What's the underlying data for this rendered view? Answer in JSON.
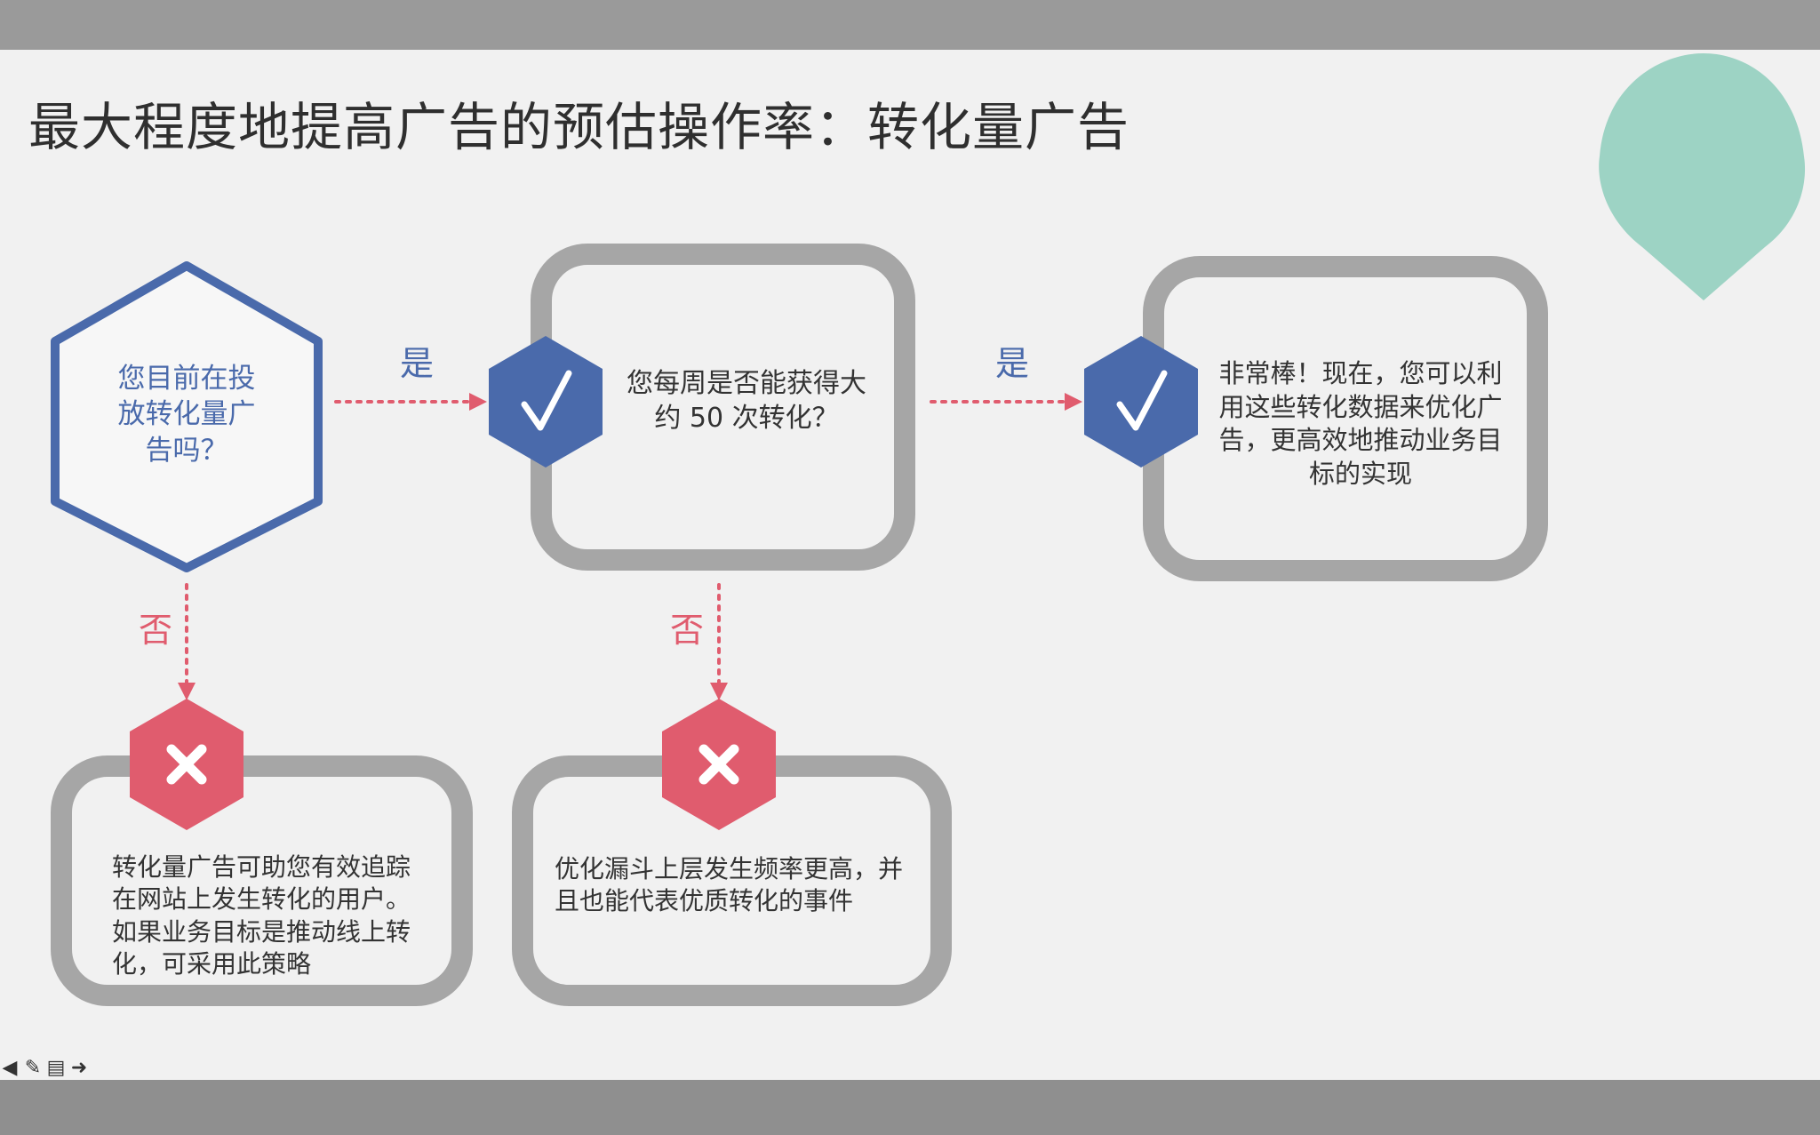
{
  "title": "最大程度地提高广告的预估操作率：转化量广告",
  "nodes": {
    "q1": "您目前在投放转化量广告吗？",
    "q2": "您每周是否能获得大约 50 次转化？",
    "success": "非常棒！现在，您可以利用这些转化数据来优化广告，更高效地推动业务目标的实现",
    "no1": "转化量广告可助您有效追踪在网站上发生转化的用户。如果业务目标是推动线上转化，可采用此策略",
    "no2": "优化漏斗上层发生频率更高，并且也能代表优质转化的事件"
  },
  "edges": {
    "yes1": "是",
    "yes2": "是",
    "no1": "否",
    "no2": "否"
  },
  "icons": {
    "yes": "check-icon",
    "no": "cross-icon"
  },
  "colors": {
    "blue": "#4a6aab",
    "red": "#e05c6e",
    "gray_frame": "#a6a6a6",
    "teal": "#9dd3c4",
    "title": "#2f2f2f",
    "q1_text": "#4a6aab",
    "edge_label": "#e05c6e",
    "box_text": "#333333",
    "slide_bg": "#f1f1f1"
  },
  "toolbar": {
    "back": "◀",
    "pen": "✎",
    "menu": "▤",
    "next": "➜"
  }
}
